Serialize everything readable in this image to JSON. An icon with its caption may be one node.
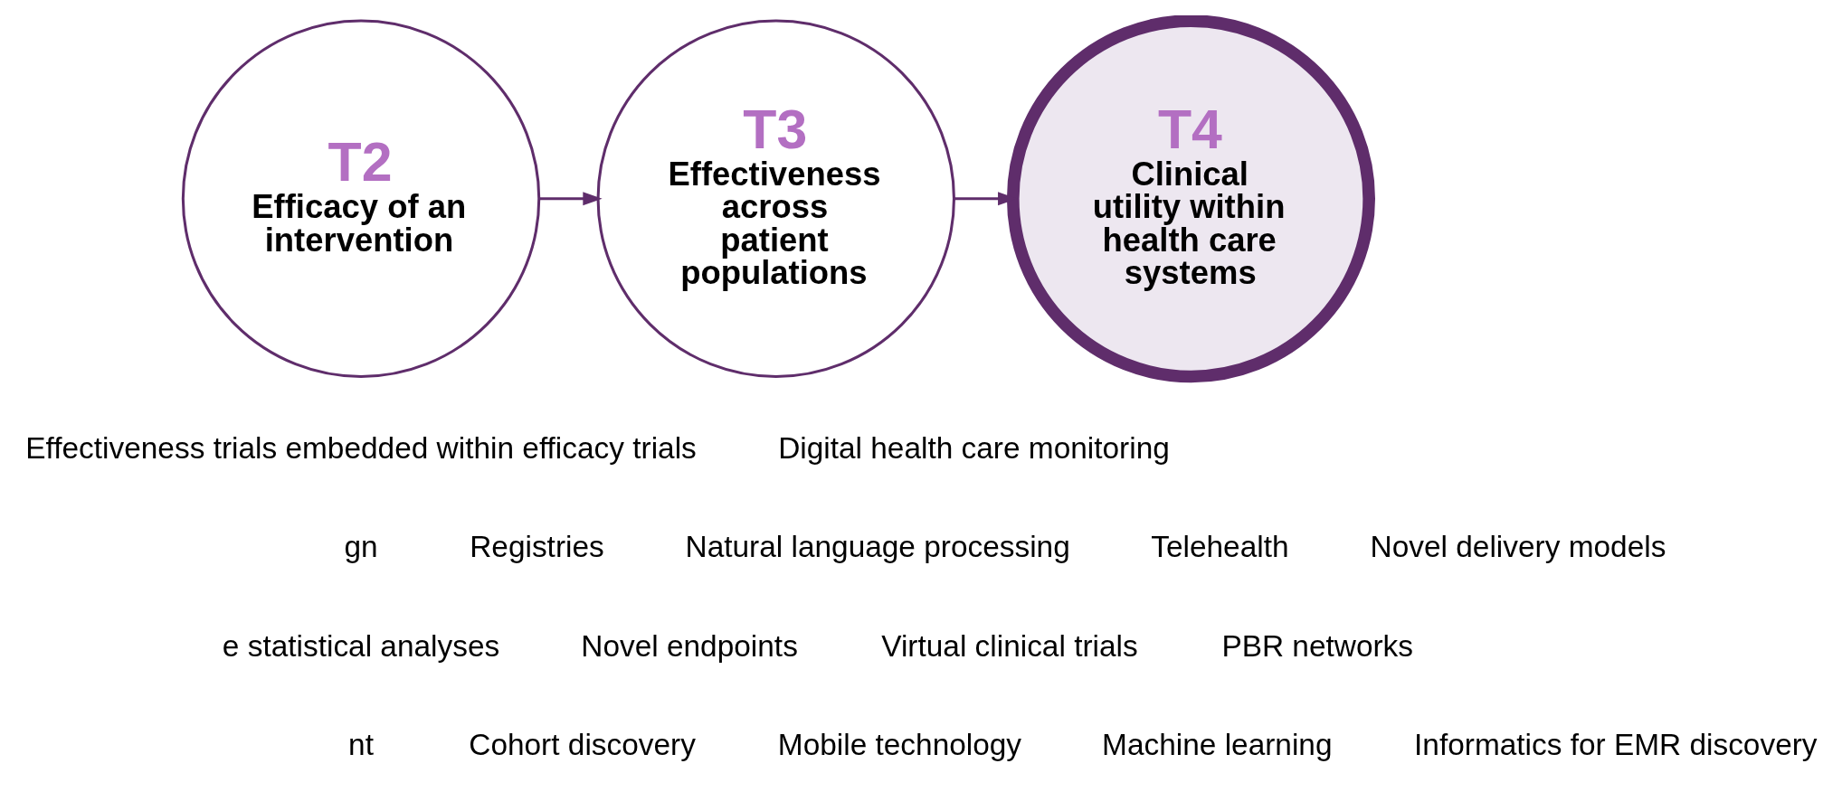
{
  "diagram": {
    "nodes": [
      {
        "text": [
          "T2",
          "Efficacy of an intervention"
        ]
      },
      {
        "text": [
          "T3",
          "Effectiveness across patient populations"
        ]
      },
      {
        "text": [
          "T4",
          "Clinical utility within health care systems"
        ]
      }
    ],
    "edges": [
      {
        "from": 0,
        "to": 1,
        "arrow": "to"
      },
      {
        "from": 1,
        "to": 2,
        "arrow": "to"
      }
    ],
    "labels": [
      "Effectiveness trials embedded within efficacy trials",
      "Digital health care monitoring",
      "gn",
      "Registries",
      "Natural language processing",
      "Telehealth",
      "Novel delivery models",
      "e statistical analyses",
      "Novel endpoints",
      "Virtual clinical trials",
      "PBR networks",
      "nt",
      "Cohort discovery",
      "Mobile technology",
      "Machine learning",
      "Informatics for EMR discovery"
    ]
  }
}
